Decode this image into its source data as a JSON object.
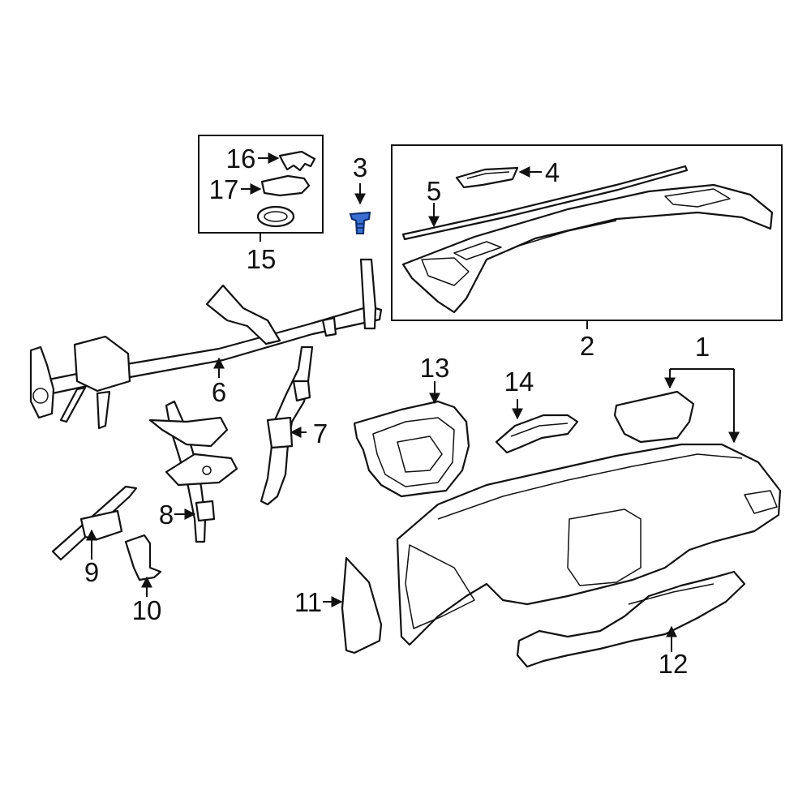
{
  "diagram": {
    "callouts": {
      "c1": "1",
      "c2": "2",
      "c3": "3",
      "c4": "4",
      "c5": "5",
      "c6": "6",
      "c7": "7",
      "c8": "8",
      "c9": "9",
      "c10": "10",
      "c11": "11",
      "c12": "12",
      "c13": "13",
      "c14": "14",
      "c15": "15",
      "c16": "16",
      "c17": "17"
    },
    "colors": {
      "line": "#111111",
      "background": "#ffffff",
      "highlight_part": "#3a6fd1"
    },
    "highlighted_part": "3"
  }
}
